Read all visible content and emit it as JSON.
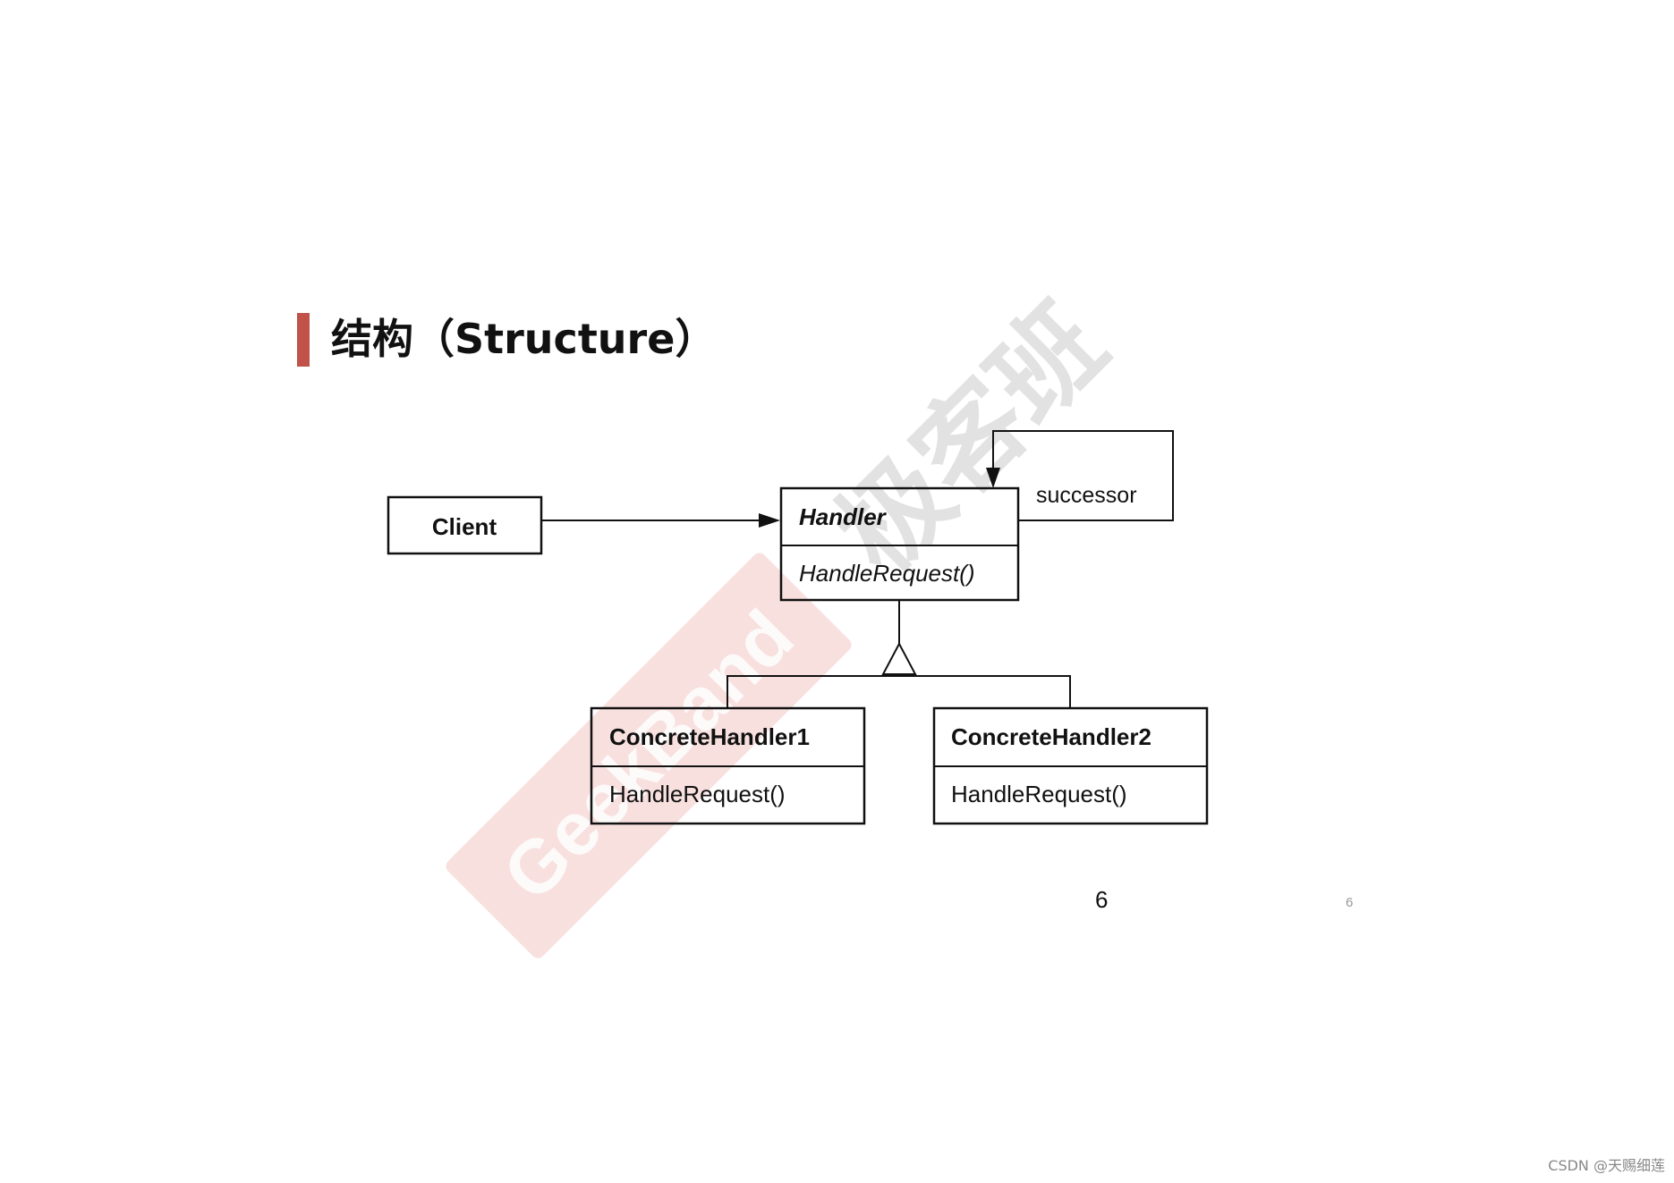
{
  "title": "结构（Structure）",
  "watermark": {
    "latin": "GeekBand",
    "cjk": "极客班",
    "color": "#d9534f"
  },
  "classes": {
    "client": {
      "name": "Client"
    },
    "handler": {
      "name": "Handler",
      "method": "HandleRequest()"
    },
    "concrete1": {
      "name": "ConcreteHandler1",
      "method": "HandleRequest()"
    },
    "concrete2": {
      "name": "ConcreteHandler2",
      "method": "HandleRequest()"
    }
  },
  "relations": {
    "successor_label": "successor"
  },
  "page": {
    "number_large": "6",
    "number_small": "6"
  },
  "footer": "CSDN @天赐细莲",
  "colors": {
    "accent": "#c0524a",
    "line": "#111111"
  }
}
